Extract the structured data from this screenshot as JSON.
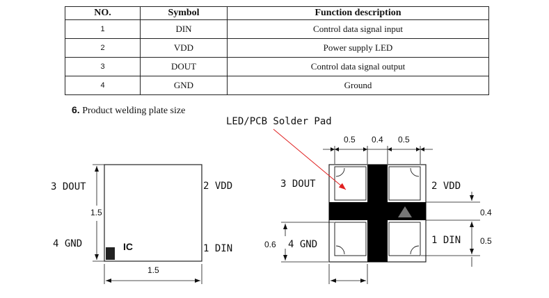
{
  "table": {
    "headers": [
      "NO.",
      "Symbol",
      "Function description"
    ],
    "rows": [
      {
        "no": "1",
        "symbol": "DIN",
        "desc": "Control data signal input"
      },
      {
        "no": "2",
        "symbol": "VDD",
        "desc": "Power supply LED"
      },
      {
        "no": "3",
        "symbol": "DOUT",
        "desc": "Control data signal output"
      },
      {
        "no": "4",
        "symbol": "GND",
        "desc": "Ground"
      }
    ]
  },
  "section": {
    "number": "6.",
    "title": " Product welding plate size"
  },
  "left_diagram": {
    "pin3": "3 DOUT",
    "pin2": "2 VDD",
    "pin4": "4 GND",
    "pin1": "1 DIN",
    "ic_label": "IC",
    "dim_height": "1.5",
    "dim_width": "1.5"
  },
  "right_diagram": {
    "callout": "LED/PCB Solder Pad",
    "pin3": "3 DOUT",
    "pin2": "2 VDD",
    "pin4": "4 GND",
    "pin1": "1 DIN",
    "dim_top_left": "0.5",
    "dim_top_mid": "0.4",
    "dim_top_right": "0.5",
    "dim_left": "0.6",
    "dim_right_upper": "0.4",
    "dim_right_lower": "0.5"
  }
}
